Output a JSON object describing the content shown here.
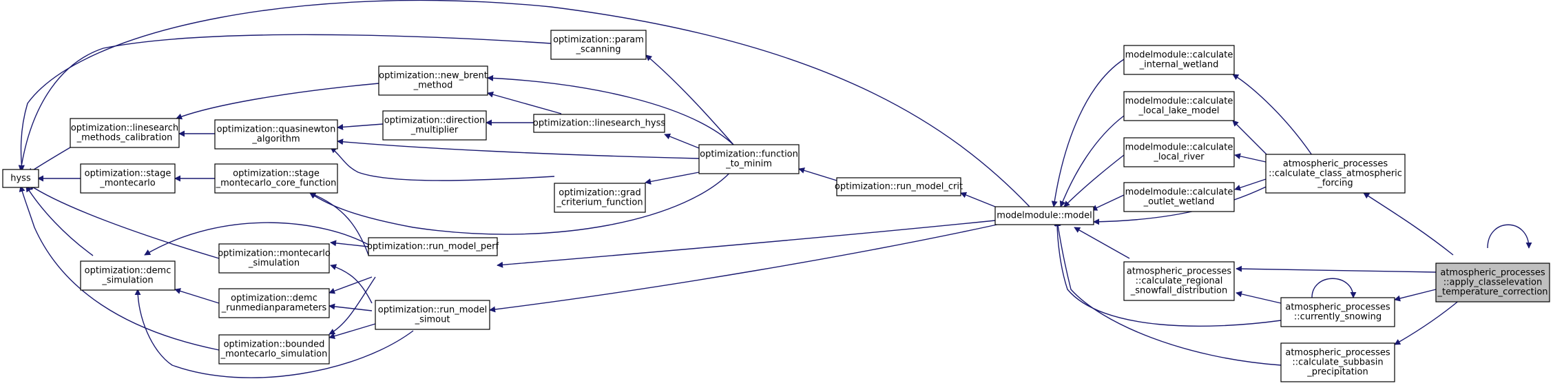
{
  "colors": {
    "edge": "#191970",
    "node_border": "#000000",
    "highlight_fill": "#bfbfbf"
  },
  "nodes": {
    "hyss": [
      "hyss"
    ],
    "ls_calib": [
      "optimization::linesearch",
      "_methods_calibration"
    ],
    "stage_mc": [
      "optimization::stage",
      "_montecarlo"
    ],
    "demc": [
      "optimization::demc",
      "_simulation"
    ],
    "new_brent": [
      "optimization::new_brent",
      "_method"
    ],
    "quasinewton": [
      "optimization::quasinewton",
      "_algorithm"
    ],
    "stage_mc_core": [
      "optimization::stage",
      "_montecarlo_core_function"
    ],
    "mc_sim": [
      "optimization::montecarlo",
      "_simulation"
    ],
    "demc_runmedian": [
      "optimization::demc",
      "_runmedianparameters"
    ],
    "bounded_mc": [
      "optimization::bounded",
      "_montecarlo_simulation"
    ],
    "param_scanning": [
      "optimization::param",
      "_scanning"
    ],
    "direction_mult": [
      "optimization::direction",
      "_multiplier"
    ],
    "ls_hyss": [
      "optimization::linesearch_hyss"
    ],
    "grad_crit": [
      "optimization::grad",
      "_criterium_function"
    ],
    "run_model_perf": [
      "optimization::run_model_perf"
    ],
    "run_model_simout": [
      "optimization::run_model",
      "_simout"
    ],
    "func_to_minim": [
      "optimization::function",
      "_to_minim"
    ],
    "run_model_crit": [
      "optimization::run_model_crit"
    ],
    "model": [
      "modelmodule::model"
    ],
    "calc_internal_wetland": [
      "modelmodule::calculate",
      "_internal_wetland"
    ],
    "calc_local_lake": [
      "modelmodule::calculate",
      "_local_lake_model"
    ],
    "calc_local_river": [
      "modelmodule::calculate",
      "_local_river"
    ],
    "calc_outlet_wetland": [
      "modelmodule::calculate",
      "_outlet_wetland"
    ],
    "calc_regional_snowfall": [
      "atmospheric_processes",
      "::calculate_regional",
      "_snowfall_distribution"
    ],
    "calc_class_atm": [
      "atmospheric_processes",
      "::calculate_class_atmospheric",
      "_forcing"
    ],
    "currently_snowing": [
      "atmospheric_processes",
      "::currently_snowing"
    ],
    "calc_subbasin_precip": [
      "atmospheric_processes",
      "::calculate_subbasin",
      "_precipitation"
    ],
    "apply_classelevation": [
      "atmospheric_processes",
      "::apply_classelevation",
      "_temperature_correction"
    ]
  }
}
